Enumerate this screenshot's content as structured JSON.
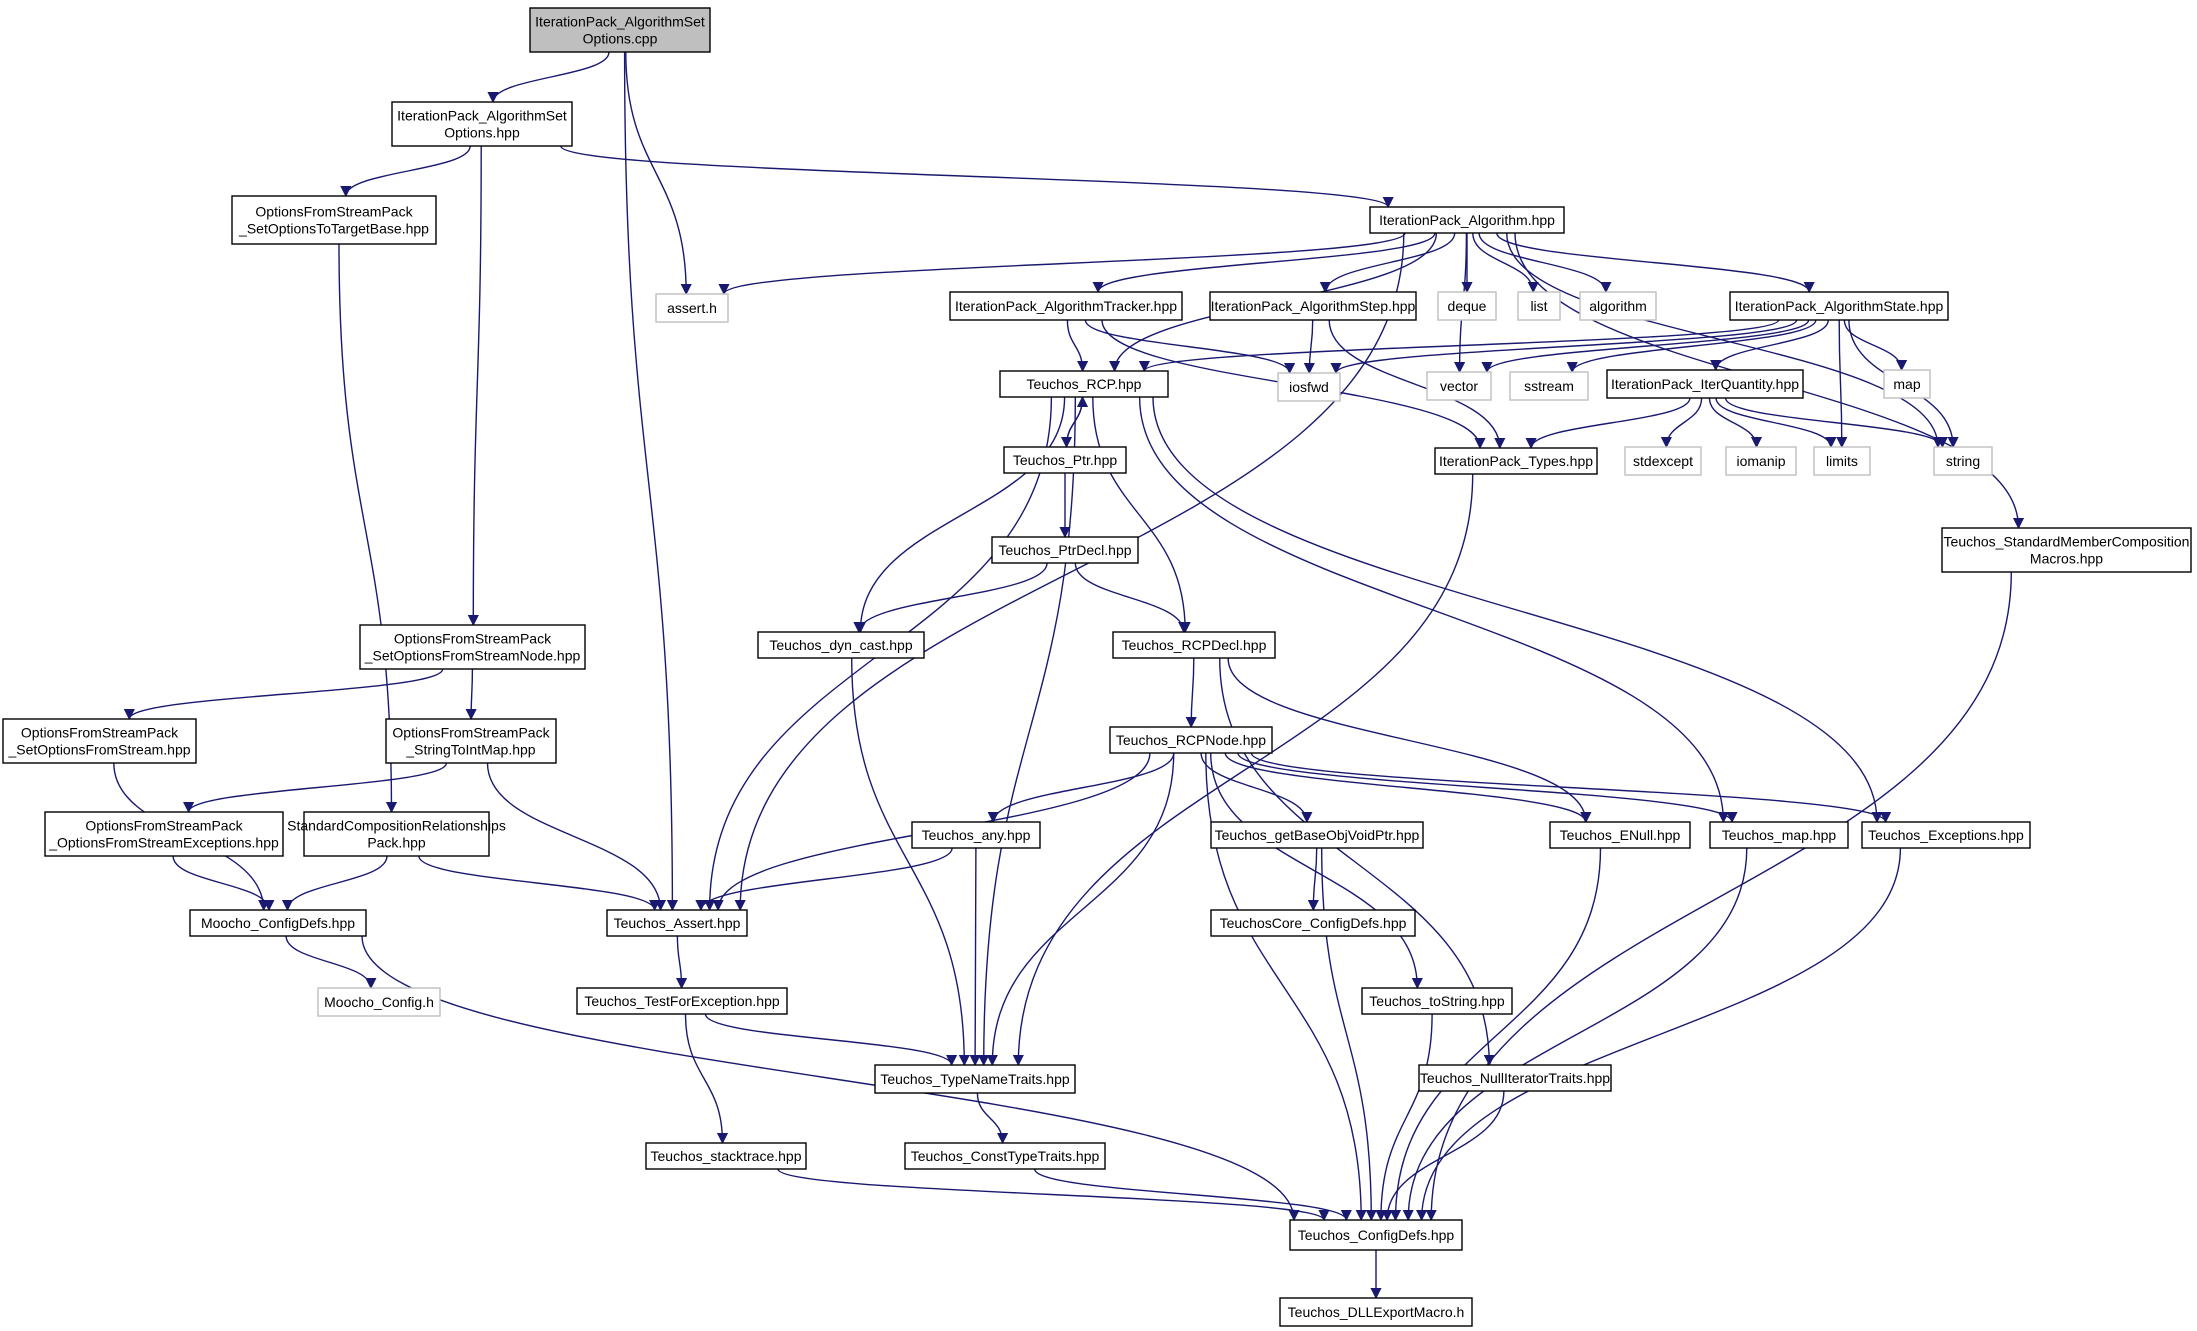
{
  "colors": {
    "edge": "#191970",
    "node_border": "#000000",
    "external_border": "#bfbfbf",
    "root_fill": "#bfbfbf",
    "background": "#ffffff"
  },
  "nodes": [
    {
      "id": "root",
      "lines": [
        "IterationPack_AlgorithmSet",
        "Options.cpp"
      ],
      "kind": "root"
    },
    {
      "id": "algsetopt_hpp",
      "lines": [
        "IterationPack_AlgorithmSet",
        "Options.hpp"
      ],
      "kind": "file"
    },
    {
      "id": "ofs_set_target",
      "lines": [
        "OptionsFromStreamPack",
        "_SetOptionsToTargetBase.hpp"
      ],
      "kind": "file"
    },
    {
      "id": "algorithm_hpp",
      "lines": [
        "IterationPack_Algorithm.hpp"
      ],
      "kind": "file"
    },
    {
      "id": "assert_h",
      "lines": [
        "assert.h"
      ],
      "kind": "external"
    },
    {
      "id": "tracker",
      "lines": [
        "IterationPack_AlgorithmTracker.hpp"
      ],
      "kind": "file"
    },
    {
      "id": "step",
      "lines": [
        "IterationPack_AlgorithmStep.hpp"
      ],
      "kind": "file"
    },
    {
      "id": "deque",
      "lines": [
        "deque"
      ],
      "kind": "external"
    },
    {
      "id": "list",
      "lines": [
        "list"
      ],
      "kind": "external"
    },
    {
      "id": "algorithm",
      "lines": [
        "algorithm"
      ],
      "kind": "external"
    },
    {
      "id": "state",
      "lines": [
        "IterationPack_AlgorithmState.hpp"
      ],
      "kind": "file"
    },
    {
      "id": "rcp",
      "lines": [
        "Teuchos_RCP.hpp"
      ],
      "kind": "file"
    },
    {
      "id": "iosfwd",
      "lines": [
        "iosfwd"
      ],
      "kind": "external"
    },
    {
      "id": "vector",
      "lines": [
        "vector"
      ],
      "kind": "external"
    },
    {
      "id": "sstream",
      "lines": [
        "sstream"
      ],
      "kind": "external"
    },
    {
      "id": "iterquantity",
      "lines": [
        "IterationPack_IterQuantity.hpp"
      ],
      "kind": "file"
    },
    {
      "id": "map",
      "lines": [
        "map"
      ],
      "kind": "external"
    },
    {
      "id": "ptr",
      "lines": [
        "Teuchos_Ptr.hpp"
      ],
      "kind": "file"
    },
    {
      "id": "types",
      "lines": [
        "IterationPack_Types.hpp"
      ],
      "kind": "file"
    },
    {
      "id": "stdexcept",
      "lines": [
        "stdexcept"
      ],
      "kind": "external"
    },
    {
      "id": "iomanip",
      "lines": [
        "iomanip"
      ],
      "kind": "external"
    },
    {
      "id": "limits",
      "lines": [
        "limits"
      ],
      "kind": "external"
    },
    {
      "id": "string",
      "lines": [
        "string"
      ],
      "kind": "external"
    },
    {
      "id": "smcm",
      "lines": [
        "Teuchos_StandardMemberComposition",
        "Macros.hpp"
      ],
      "kind": "file"
    },
    {
      "id": "ptrdecl",
      "lines": [
        "Teuchos_PtrDecl.hpp"
      ],
      "kind": "file"
    },
    {
      "id": "ofs_node",
      "lines": [
        "OptionsFromStreamPack",
        "_SetOptionsFromStreamNode.hpp"
      ],
      "kind": "file"
    },
    {
      "id": "dyncast",
      "lines": [
        "Teuchos_dyn_cast.hpp"
      ],
      "kind": "file"
    },
    {
      "id": "rcpdecl",
      "lines": [
        "Teuchos_RCPDecl.hpp"
      ],
      "kind": "file"
    },
    {
      "id": "ofs_setfrom",
      "lines": [
        "OptionsFromStreamPack",
        "_SetOptionsFromStream.hpp"
      ],
      "kind": "file"
    },
    {
      "id": "ofs_strtoint",
      "lines": [
        "OptionsFromStreamPack",
        "_StringToIntMap.hpp"
      ],
      "kind": "file"
    },
    {
      "id": "rcpnode",
      "lines": [
        "Teuchos_RCPNode.hpp"
      ],
      "kind": "file"
    },
    {
      "id": "ofs_exc",
      "lines": [
        "OptionsFromStreamPack",
        "_OptionsFromStreamExceptions.hpp"
      ],
      "kind": "file"
    },
    {
      "id": "stdcomp",
      "lines": [
        "StandardCompositionRelationships",
        "Pack.hpp"
      ],
      "kind": "file"
    },
    {
      "id": "any",
      "lines": [
        "Teuchos_any.hpp"
      ],
      "kind": "file"
    },
    {
      "id": "getbase",
      "lines": [
        "Teuchos_getBaseObjVoidPtr.hpp"
      ],
      "kind": "file"
    },
    {
      "id": "enull",
      "lines": [
        "Teuchos_ENull.hpp"
      ],
      "kind": "file"
    },
    {
      "id": "tmap",
      "lines": [
        "Teuchos_map.hpp"
      ],
      "kind": "file"
    },
    {
      "id": "exceptions",
      "lines": [
        "Teuchos_Exceptions.hpp"
      ],
      "kind": "file"
    },
    {
      "id": "moocho_cfg",
      "lines": [
        "Moocho_ConfigDefs.hpp"
      ],
      "kind": "file"
    },
    {
      "id": "tassert",
      "lines": [
        "Teuchos_Assert.hpp"
      ],
      "kind": "file"
    },
    {
      "id": "corecfg",
      "lines": [
        "TeuchosCore_ConfigDefs.hpp"
      ],
      "kind": "file"
    },
    {
      "id": "moocho_config_h",
      "lines": [
        "Moocho_Config.h"
      ],
      "kind": "external"
    },
    {
      "id": "testforexc",
      "lines": [
        "Teuchos_TestForException.hpp"
      ],
      "kind": "file"
    },
    {
      "id": "tostring",
      "lines": [
        "Teuchos_toString.hpp"
      ],
      "kind": "file"
    },
    {
      "id": "typename",
      "lines": [
        "Teuchos_TypeNameTraits.hpp"
      ],
      "kind": "file"
    },
    {
      "id": "nulliter",
      "lines": [
        "Teuchos_NullIteratorTraits.hpp"
      ],
      "kind": "file"
    },
    {
      "id": "stacktrace",
      "lines": [
        "Teuchos_stacktrace.hpp"
      ],
      "kind": "file"
    },
    {
      "id": "consttype",
      "lines": [
        "Teuchos_ConstTypeTraits.hpp"
      ],
      "kind": "file"
    },
    {
      "id": "configdefs",
      "lines": [
        "Teuchos_ConfigDefs.hpp"
      ],
      "kind": "file"
    },
    {
      "id": "dllexport",
      "lines": [
        "Teuchos_DLLExportMacro.h"
      ],
      "kind": "file"
    }
  ],
  "edges": [
    [
      "root",
      "algsetopt_hpp"
    ],
    [
      "root",
      "assert_h"
    ],
    [
      "root",
      "tassert"
    ],
    [
      "algsetopt_hpp",
      "ofs_set_target"
    ],
    [
      "algsetopt_hpp",
      "algorithm_hpp"
    ],
    [
      "algsetopt_hpp",
      "ofs_node"
    ],
    [
      "ofs_set_target",
      "stdcomp"
    ],
    [
      "algorithm_hpp",
      "assert_h"
    ],
    [
      "algorithm_hpp",
      "tracker"
    ],
    [
      "algorithm_hpp",
      "step"
    ],
    [
      "algorithm_hpp",
      "deque"
    ],
    [
      "algorithm_hpp",
      "list"
    ],
    [
      "algorithm_hpp",
      "algorithm"
    ],
    [
      "algorithm_hpp",
      "state"
    ],
    [
      "algorithm_hpp",
      "rcp"
    ],
    [
      "algorithm_hpp",
      "tassert"
    ],
    [
      "algorithm_hpp",
      "vector"
    ],
    [
      "algorithm_hpp",
      "string"
    ],
    [
      "algorithm_hpp",
      "smcm"
    ],
    [
      "tracker",
      "rcp"
    ],
    [
      "tracker",
      "iosfwd"
    ],
    [
      "tracker",
      "types"
    ],
    [
      "step",
      "iosfwd"
    ],
    [
      "step",
      "types"
    ],
    [
      "state",
      "rcp"
    ],
    [
      "state",
      "iterquantity"
    ],
    [
      "state",
      "map"
    ],
    [
      "state",
      "vector"
    ],
    [
      "state",
      "sstream"
    ],
    [
      "state",
      "iosfwd"
    ],
    [
      "state",
      "limits"
    ],
    [
      "state",
      "string"
    ],
    [
      "iterquantity",
      "types"
    ],
    [
      "iterquantity",
      "stdexcept"
    ],
    [
      "iterquantity",
      "iomanip"
    ],
    [
      "iterquantity",
      "limits"
    ],
    [
      "iterquantity",
      "string"
    ],
    [
      "rcp",
      "ptr"
    ],
    [
      "rcp",
      "dyncast"
    ],
    [
      "rcp",
      "rcpdecl"
    ],
    [
      "rcp",
      "tassert"
    ],
    [
      "rcp",
      "typename"
    ],
    [
      "rcp",
      "exceptions"
    ],
    [
      "rcp",
      "tmap"
    ],
    [
      "ptr",
      "rcp"
    ],
    [
      "ptr",
      "ptrdecl"
    ],
    [
      "ptrdecl",
      "dyncast"
    ],
    [
      "ptrdecl",
      "rcpdecl"
    ],
    [
      "types",
      "typename"
    ],
    [
      "smcm",
      "configdefs"
    ],
    [
      "ofs_node",
      "ofs_setfrom"
    ],
    [
      "ofs_node",
      "ofs_strtoint"
    ],
    [
      "ofs_setfrom",
      "moocho_cfg"
    ],
    [
      "ofs_strtoint",
      "ofs_exc"
    ],
    [
      "ofs_strtoint",
      "tassert"
    ],
    [
      "ofs_exc",
      "moocho_cfg"
    ],
    [
      "stdcomp",
      "moocho_cfg"
    ],
    [
      "stdcomp",
      "tassert"
    ],
    [
      "dyncast",
      "typename"
    ],
    [
      "rcpdecl",
      "rcpnode"
    ],
    [
      "rcpdecl",
      "enull"
    ],
    [
      "rcpdecl",
      "nulliter"
    ],
    [
      "rcpnode",
      "any"
    ],
    [
      "rcpnode",
      "getbase"
    ],
    [
      "rcpnode",
      "enull"
    ],
    [
      "rcpnode",
      "tmap"
    ],
    [
      "rcpnode",
      "exceptions"
    ],
    [
      "rcpnode",
      "tassert"
    ],
    [
      "rcpnode",
      "typename"
    ],
    [
      "rcpnode",
      "configdefs"
    ],
    [
      "rcpnode",
      "tostring"
    ],
    [
      "any",
      "tassert"
    ],
    [
      "any",
      "typename"
    ],
    [
      "getbase",
      "corecfg"
    ],
    [
      "getbase",
      "configdefs"
    ],
    [
      "enull",
      "configdefs"
    ],
    [
      "tmap",
      "configdefs"
    ],
    [
      "exceptions",
      "configdefs"
    ],
    [
      "moocho_cfg",
      "moocho_config_h"
    ],
    [
      "moocho_cfg",
      "configdefs"
    ],
    [
      "tassert",
      "testforexc"
    ],
    [
      "testforexc",
      "typename"
    ],
    [
      "testforexc",
      "stacktrace"
    ],
    [
      "tostring",
      "configdefs"
    ],
    [
      "typename",
      "consttype"
    ],
    [
      "nulliter",
      "configdefs"
    ],
    [
      "stacktrace",
      "configdefs"
    ],
    [
      "consttype",
      "configdefs"
    ],
    [
      "configdefs",
      "dllexport"
    ]
  ]
}
